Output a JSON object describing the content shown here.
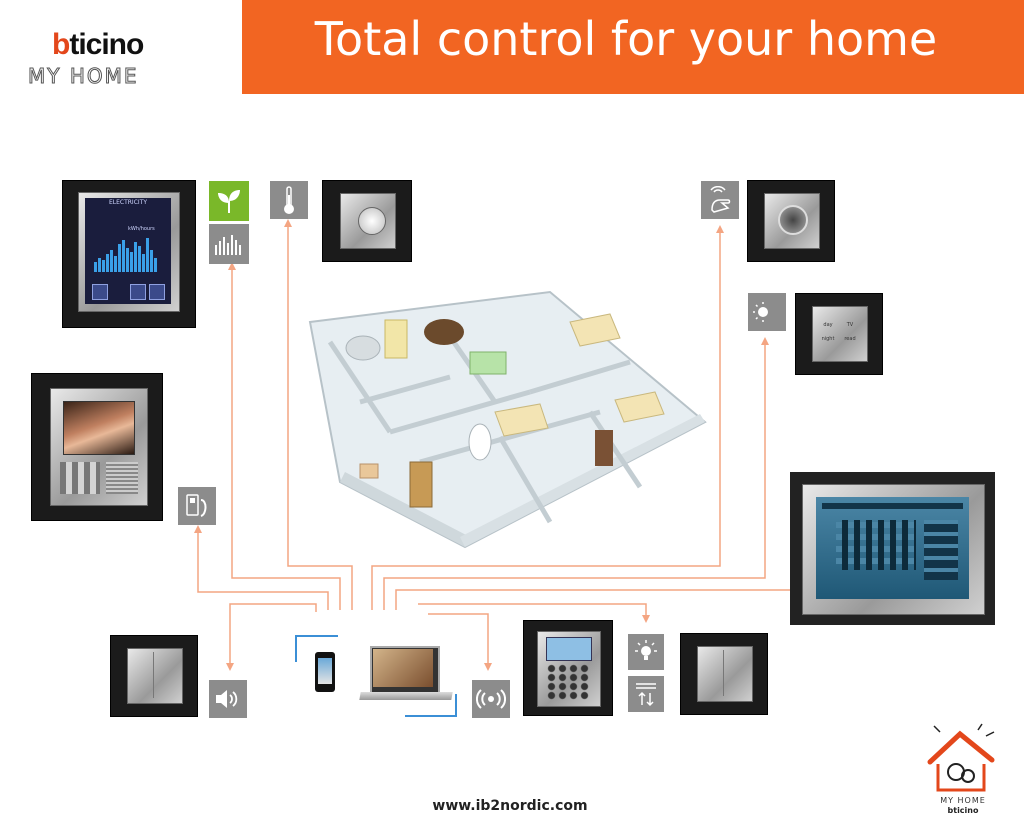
{
  "header": {
    "brand": "bticino",
    "subbrand": "MY HOME",
    "headline": "Total control for your home"
  },
  "footer": {
    "url": "www.ib2nordic.com"
  },
  "screen": {
    "title": "ELECTRICITY",
    "unit": "kWh/hours"
  },
  "panel": {
    "labels": [
      "day",
      "TV",
      "night",
      "read"
    ]
  },
  "logo": {
    "caption": "MY HOME",
    "brand": "bticino"
  },
  "colors": {
    "accent": "#f26522",
    "line": "#f4a582",
    "tile": "#8c8c8c",
    "energy": "#7ab829",
    "cable": "#3b8fd6"
  },
  "icons": [
    "leaf-icon",
    "bar-chart-icon",
    "thermometer-icon",
    "hand-sensor-icon",
    "sun-moon-icon",
    "intercom-icon",
    "speaker-icon",
    "broadcast-icon",
    "light-bulb-icon",
    "shutter-icon"
  ]
}
